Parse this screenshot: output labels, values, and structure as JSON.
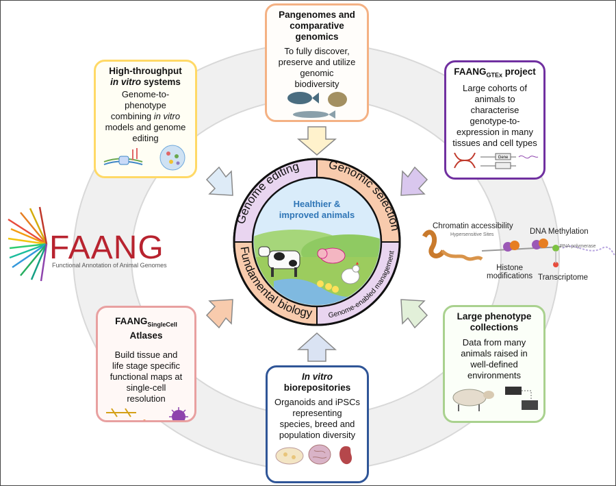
{
  "center": {
    "title_line1": "Healthier &",
    "title_line2": "improved animals",
    "segments": [
      "Genome editing",
      "Genomic selection",
      "Genome-enabled management",
      "Fundamental biology"
    ]
  },
  "logo": {
    "name": "FAANG",
    "subtitle": "Functional Annotation of Animal Genomes"
  },
  "boxes": {
    "pangenomes": {
      "title_line1": "Pangenomes and",
      "title_line2": "comparative genomics",
      "body": [
        "To fully discover,",
        "preserve and utilize",
        "genomic",
        "biodiversity"
      ]
    },
    "high_throughput": {
      "title_line1": "High-throughput",
      "title_line2_italic": "in vitro",
      "title_line2_rest": " systems",
      "body1": [
        "Genome-to-",
        "phenotype"
      ],
      "body2_plain": "combining ",
      "body2_italic": "in vitro",
      "body3": [
        "models and genome",
        "editing"
      ]
    },
    "gtex": {
      "title_prefix": "FAANG",
      "title_sub": "GTEx",
      "title_suffix": " project",
      "body": [
        "Large cohorts of",
        "animals to",
        "characterise",
        "genotype-to-",
        "expression in many",
        "tissues and cell types"
      ]
    },
    "singlecell": {
      "title_prefix": "FAANG",
      "title_sub": "SingleCell",
      "title_suffix": " Atlases",
      "body": [
        "Build tissue and",
        "life stage specific",
        "functional maps at",
        "single-cell",
        "resolution"
      ]
    },
    "phenotype": {
      "title_line1": "Large phenotype",
      "title_line2": "collections",
      "body": [
        "Data from many",
        "animals raised in",
        "well-defined",
        "environments"
      ]
    },
    "biorepositories": {
      "title_line1_italic": "In vitro",
      "title_line2": "biorepositories",
      "body": [
        "Organoids and iPSCs",
        "representing",
        "species, breed and",
        "population diversity"
      ]
    }
  },
  "epigenome": {
    "chromatin": "Chromatin accessibility",
    "hypersensitive": "Hypersensitive Sites",
    "methylation": "DNA Methylation",
    "histone_line1": "Histone",
    "histone_line2": "modifications",
    "transcriptome": "Transcriptome",
    "rna_pol": "RNA polymerase",
    "gtex_gene": "Gene"
  },
  "colors": {
    "pangenomes": "#f4b183",
    "high_throughput": "#ffd966",
    "gtex": "#7030a0",
    "singlecell": "#e8a0a0",
    "phenotype": "#a9d18e",
    "biorepositories": "#2f5597",
    "ring": "#efefef",
    "center_border": "#111111",
    "center_title": "#2e75b6",
    "logo": "#b8232f",
    "seg_purple": "#e9d5f0",
    "seg_orange": "#f8cbad"
  }
}
